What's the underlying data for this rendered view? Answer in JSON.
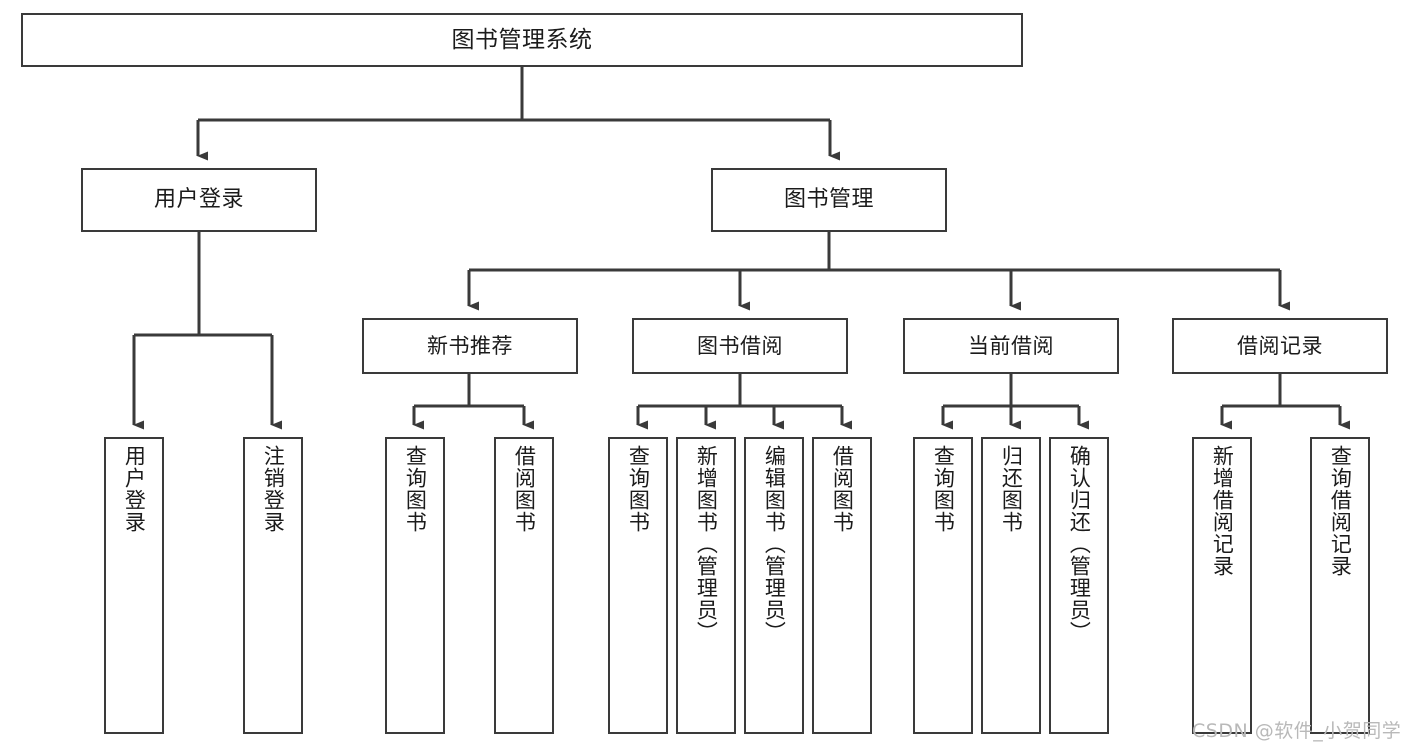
{
  "diagram": {
    "type": "tree-hierarchy",
    "title": "图书管理系统",
    "root": {
      "id": "root",
      "label": "图书管理系统"
    },
    "level2": [
      {
        "id": "user-login",
        "label": "用户登录"
      },
      {
        "id": "book-manage",
        "label": "图书管理"
      }
    ],
    "level3": [
      {
        "id": "new-book-rec",
        "label": "新书推荐",
        "parent": "book-manage"
      },
      {
        "id": "book-borrow",
        "label": "图书借阅",
        "parent": "book-manage"
      },
      {
        "id": "current-borrow",
        "label": "当前借阅",
        "parent": "book-manage"
      },
      {
        "id": "borrow-record",
        "label": "借阅记录",
        "parent": "book-manage"
      }
    ],
    "leaves": [
      {
        "id": "leaf-user-login",
        "label": "用户登录",
        "parent": "user-login"
      },
      {
        "id": "leaf-logout",
        "label": "注销登录",
        "parent": "user-login"
      },
      {
        "id": "leaf-query-book-1",
        "label": "查询图书",
        "parent": "new-book-rec"
      },
      {
        "id": "leaf-borrow-book-1",
        "label": "借阅图书",
        "parent": "new-book-rec"
      },
      {
        "id": "leaf-query-book-2",
        "label": "查询图书",
        "parent": "book-borrow"
      },
      {
        "id": "leaf-add-book",
        "label": "新增图书（管理员）",
        "parent": "book-borrow"
      },
      {
        "id": "leaf-edit-book",
        "label": "编辑图书（管理员）",
        "parent": "book-borrow"
      },
      {
        "id": "leaf-borrow-book-2",
        "label": "借阅图书",
        "parent": "book-borrow"
      },
      {
        "id": "leaf-query-book-3",
        "label": "查询图书",
        "parent": "current-borrow"
      },
      {
        "id": "leaf-return-book",
        "label": "归还图书",
        "parent": "current-borrow"
      },
      {
        "id": "leaf-confirm-return",
        "label": "确认归还（管理员）",
        "parent": "current-borrow"
      },
      {
        "id": "leaf-add-record",
        "label": "新增借阅记录",
        "parent": "borrow-record"
      },
      {
        "id": "leaf-query-record",
        "label": "查询借阅记录",
        "parent": "borrow-record"
      }
    ]
  },
  "watermark": {
    "text": "CSDN @软件_小贺同学"
  },
  "colors": {
    "stroke": "#3a3a3a",
    "background": "#ffffff",
    "text": "#1b1b1b",
    "watermark": "#b9b9b9"
  }
}
